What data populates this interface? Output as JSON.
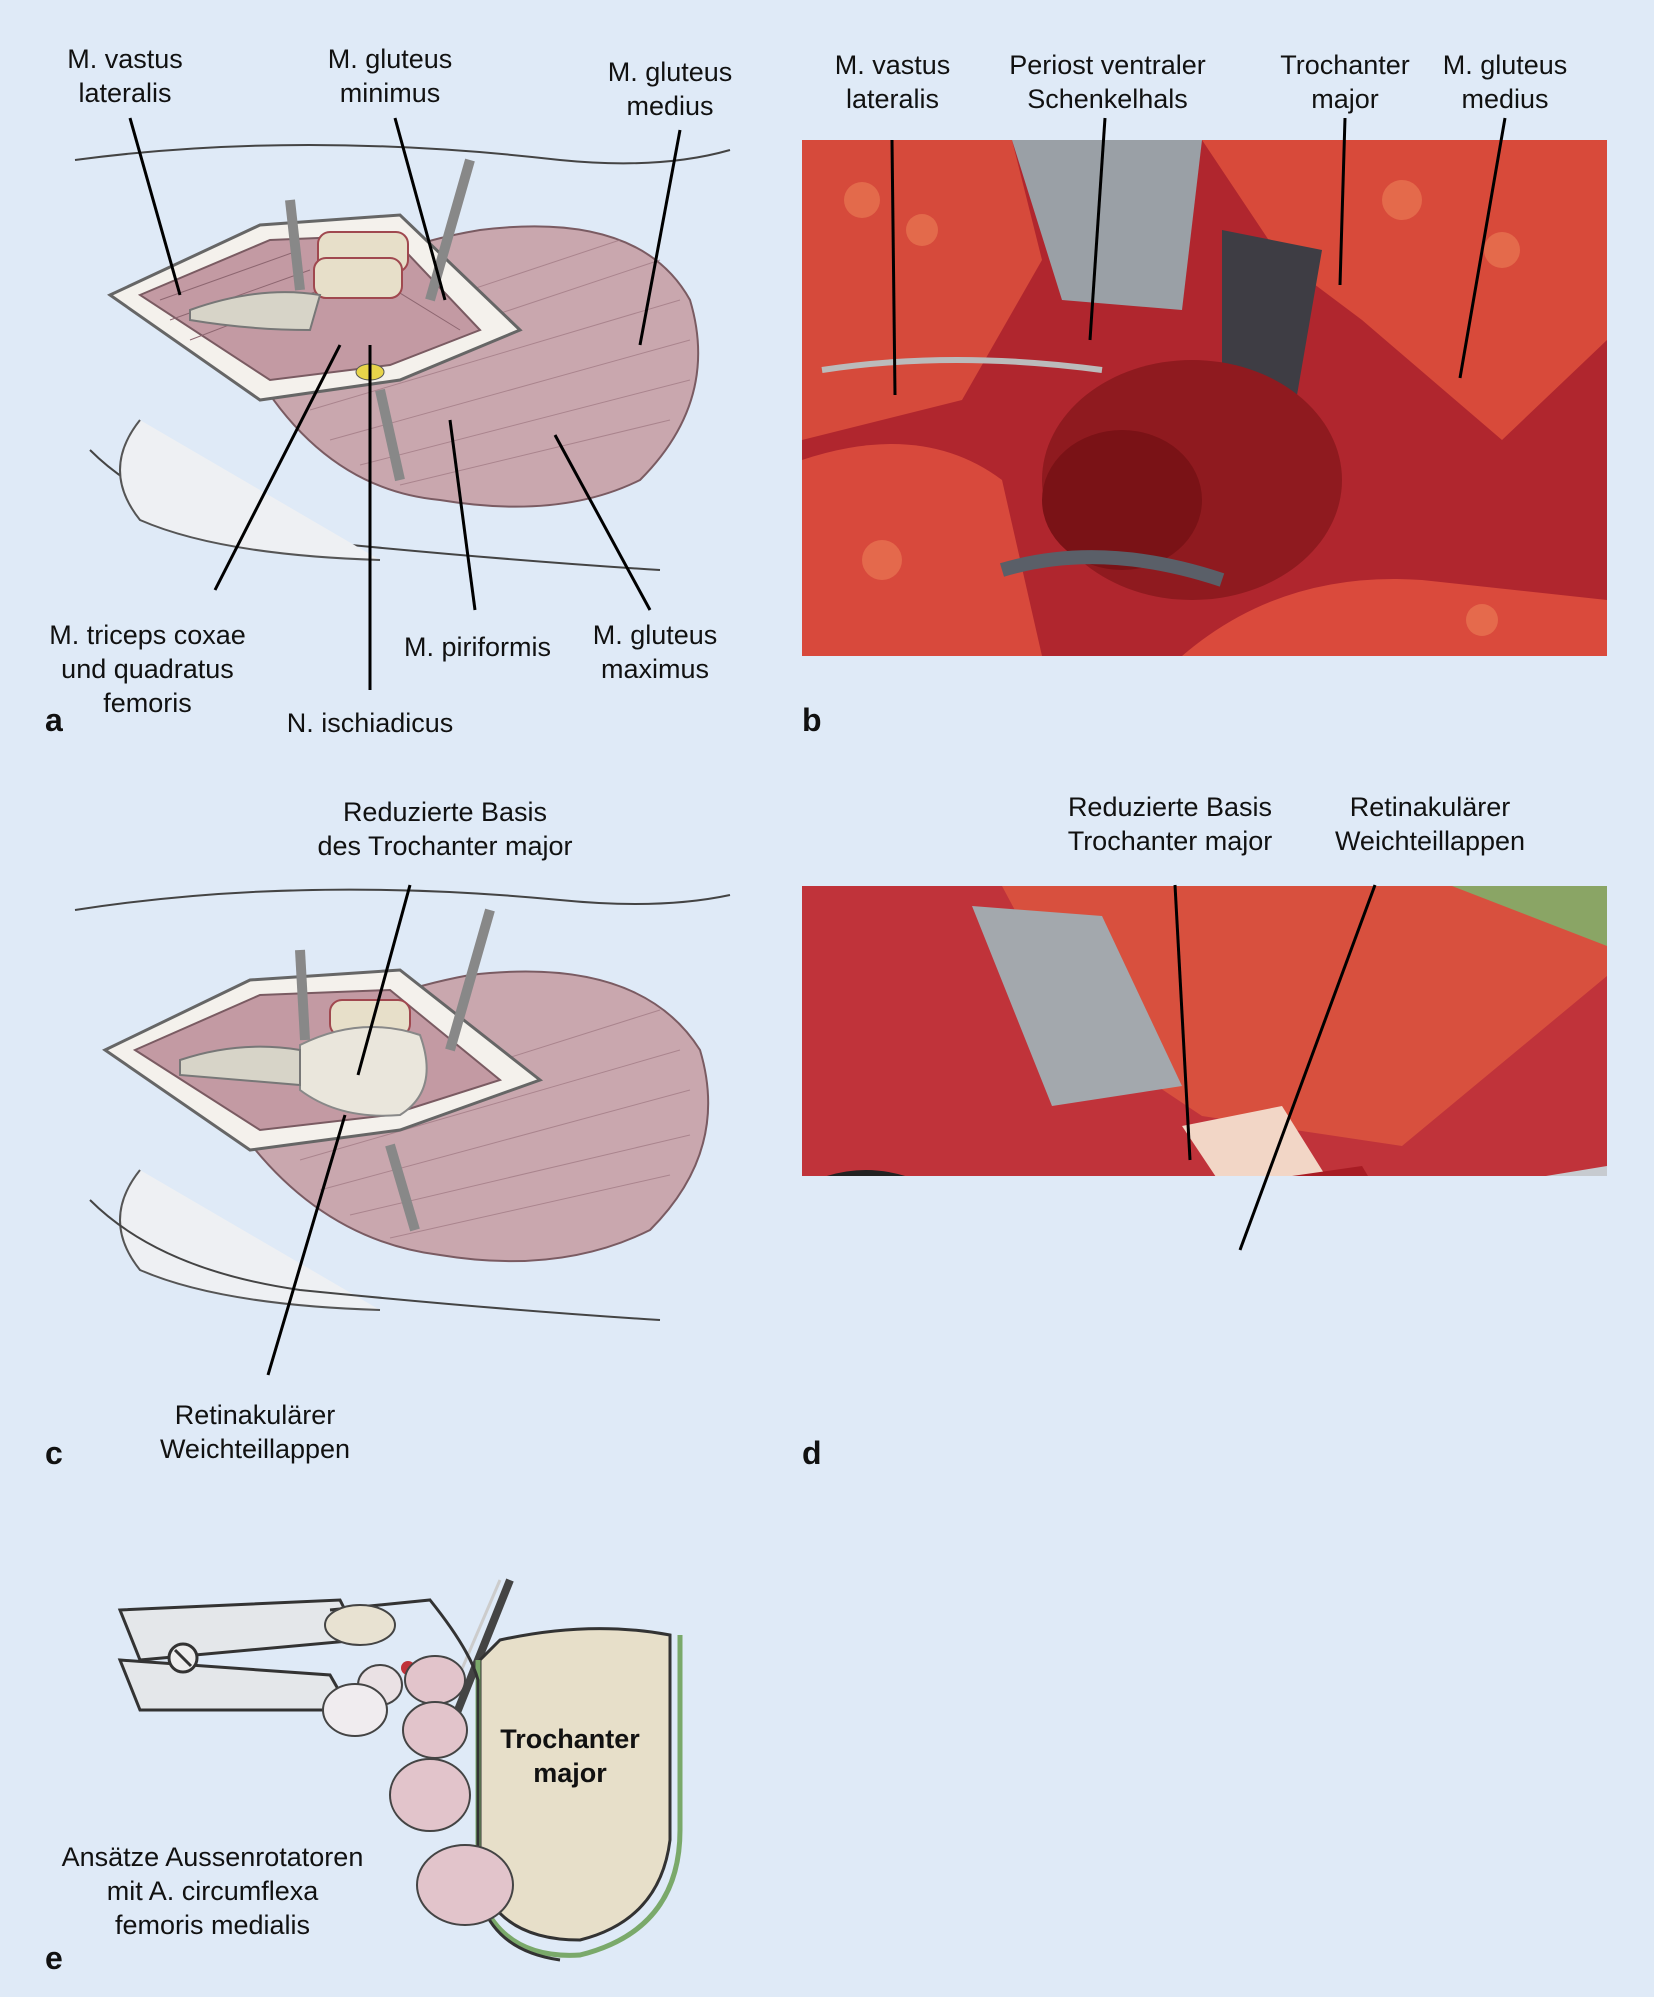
{
  "panel_a": {
    "letter": "a",
    "labels": {
      "vastus": "M. vastus\nlateralis",
      "gluteus_minimus": "M. gluteus\nminimus",
      "gluteus_medius": "M. gluteus\nmedius",
      "triceps": "M. triceps coxae\nund quadratus\nfemoris",
      "piriformis": "M. piriformis",
      "gluteus_maximus": "M. gluteus\nmaximus",
      "ischiadicus": "N. ischiadicus"
    }
  },
  "panel_b": {
    "letter": "b",
    "labels": {
      "vastus": "M. vastus\nlateralis",
      "periost": "Periost ventraler\nSchenkelhals",
      "trochanter": "Trochanter\nmajor",
      "gluteus_medius": "M. gluteus\nmedius"
    }
  },
  "panel_c": {
    "letter": "c",
    "labels": {
      "basis": "Reduzierte Basis\ndes Trochanter major",
      "lappen": "Retinakulärer\nWeichteillappen"
    }
  },
  "panel_d": {
    "letter": "d",
    "labels": {
      "basis": "Reduzierte Basis\nTrochanter major",
      "lappen": "Retinakulärer\nWeichteillappen"
    }
  },
  "panel_e": {
    "letter": "e",
    "labels": {
      "trochanter": "Trochanter\nmajor",
      "ansaetze": "Ansätze Aussenrotatoren\nmit A. circumflexa\nfemoris medialis"
    }
  },
  "colors": {
    "background": "#dfeaf7",
    "tissue": "#c8323a",
    "muscle_drawing": "#c9a7ae",
    "bone": "#e7dfc9",
    "leader": "#000000"
  }
}
